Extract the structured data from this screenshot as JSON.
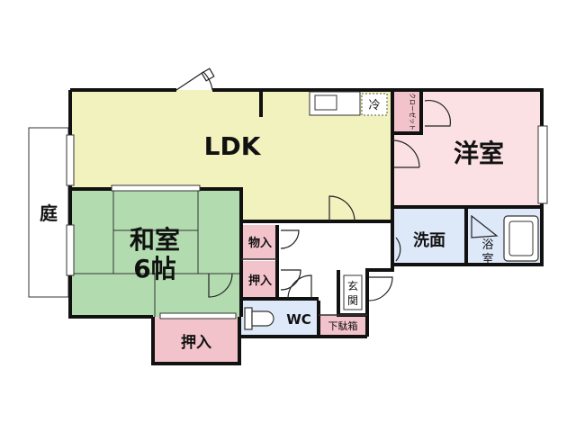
{
  "colors": {
    "ldk": "#f2f2bf",
    "western_room": "#fbe0e4",
    "japanese_room": "#b2dcb0",
    "closet": "#f3c3cc",
    "washroom": "#dde8f8",
    "bath": "#dde8f8",
    "toilet": "#dde8f8",
    "wall": "#111111"
  },
  "rooms": {
    "ldk": "LDK",
    "western": "洋室",
    "japanese_line1": "和室",
    "japanese_line2": "6帖",
    "garden": "庭",
    "storage_mono": "物入",
    "closet_mid": "押入",
    "closet_bottom": "押入",
    "wash": "洗面",
    "bath_line1": "浴",
    "bath_line2": "室",
    "toilet": "WC",
    "entrance_line1": "玄",
    "entrance_line2": "関",
    "shoe_box": "下駄箱",
    "fridge": "冷",
    "closet_vertical": "クローゼット"
  }
}
